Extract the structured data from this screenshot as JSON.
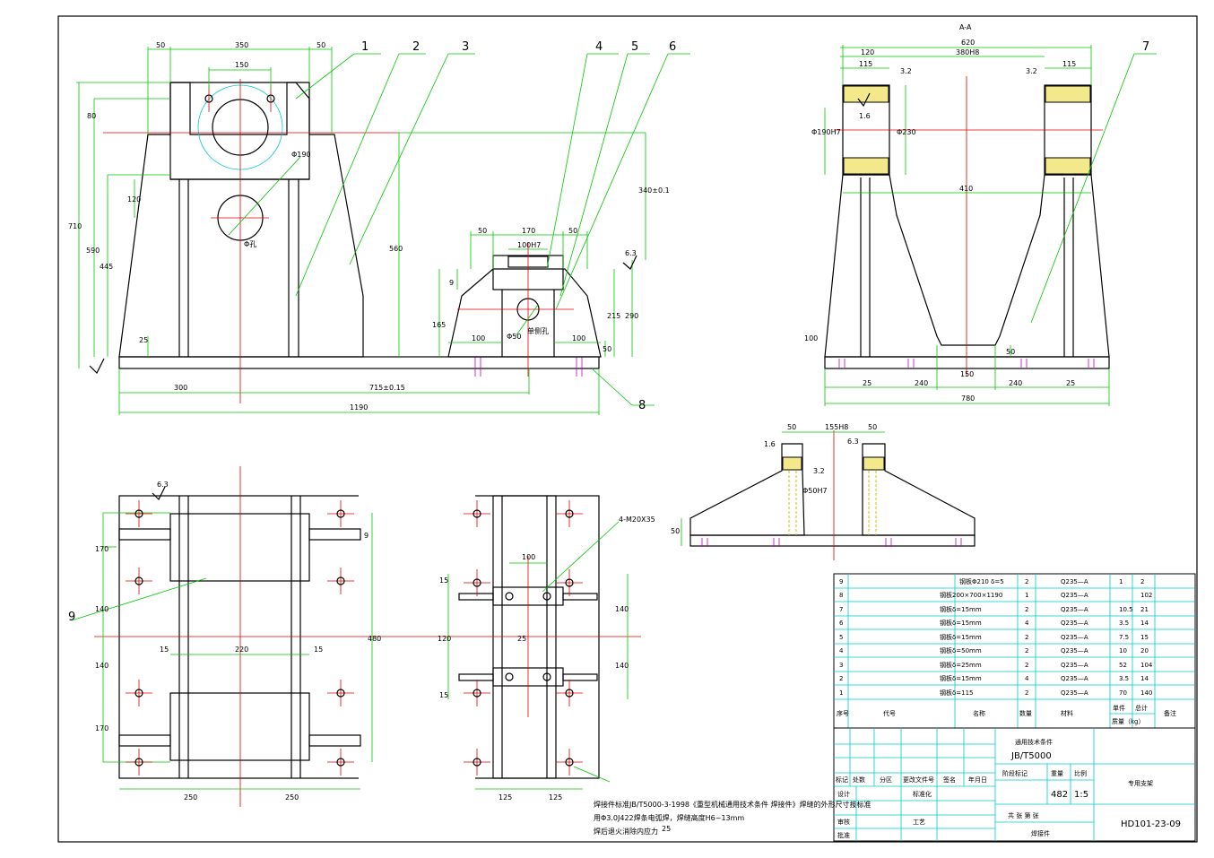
{
  "drawing": {
    "section_label": "A-A",
    "balloons": [
      "1",
      "2",
      "3",
      "4",
      "5",
      "6",
      "7",
      "8",
      "9"
    ],
    "front_view": {
      "dims": [
        "50",
        "350",
        "50",
        "150",
        "80",
        "710",
        "590",
        "445",
        "120",
        "560",
        "25",
        "300",
        "715±0.15",
        "1190",
        "Φ190"
      ],
      "note": "Φ孔"
    },
    "small_support": {
      "dims": [
        "50",
        "170",
        "50",
        "100H7",
        "9",
        "165",
        "100",
        "100",
        "215",
        "290",
        "50",
        "Φ50",
        "6.3",
        "340±0.1"
      ],
      "note": "单侧孔"
    },
    "side_view": {
      "dims": [
        "620",
        "380H8",
        "120",
        "115",
        "115",
        "410",
        "25",
        "240",
        "150",
        "240",
        "25",
        "780",
        "100",
        "50",
        "Φ190H7",
        "Φ230"
      ],
      "roughness": [
        "3.2",
        "3.2",
        "1.6"
      ]
    },
    "detail_view": {
      "dims": [
        "50",
        "155H8",
        "50",
        "Φ50H7",
        "1.6",
        "6.3",
        "3.2",
        "50"
      ]
    },
    "plan_view": {
      "dims": [
        "170",
        "140",
        "140",
        "170",
        "480",
        "15",
        "220",
        "15",
        "250",
        "250",
        "6.3",
        "9"
      ],
      "right_dims": [
        "15",
        "120",
        "15",
        "100",
        "25",
        "140",
        "140",
        "125",
        "125",
        "4-M20X35"
      ]
    },
    "notes": [
      "焊接件标准JB/T5000-3-1998《重型机械通用技术条件 焊接件》焊缝的外形尺寸按标准",
      "用Φ3.0J422焊条电弧焊，焊缝高度H6~13mm",
      "焊后退火消除内应力"
    ],
    "notes_extra": "25"
  },
  "bom": {
    "rows": [
      {
        "no": "9",
        "code": "",
        "name": "钢板Φ210 δ=5",
        "qty": "2",
        "material": "Q235—A",
        "unit": "1",
        "total": "2",
        "remark": ""
      },
      {
        "no": "8",
        "code": "",
        "name": "钢板200×700×1190",
        "qty": "1",
        "material": "Q235—A",
        "unit": "",
        "total": "102",
        "remark": ""
      },
      {
        "no": "7",
        "code": "",
        "name": "钢板δ=15mm",
        "qty": "2",
        "material": "Q235—A",
        "unit": "10.5",
        "total": "21",
        "remark": ""
      },
      {
        "no": "6",
        "code": "",
        "name": "钢板δ=15mm",
        "qty": "4",
        "material": "Q235—A",
        "unit": "3.5",
        "total": "14",
        "remark": ""
      },
      {
        "no": "5",
        "code": "",
        "name": "钢板δ=15mm",
        "qty": "2",
        "material": "Q235—A",
        "unit": "7.5",
        "total": "15",
        "remark": ""
      },
      {
        "no": "4",
        "code": "",
        "name": "钢板δ=50mm",
        "qty": "2",
        "material": "Q235—A",
        "unit": "10",
        "total": "20",
        "remark": ""
      },
      {
        "no": "3",
        "code": "",
        "name": "钢板δ=25mm",
        "qty": "2",
        "material": "Q235—A",
        "unit": "52",
        "total": "104",
        "remark": ""
      },
      {
        "no": "2",
        "code": "",
        "name": "钢板δ=15mm",
        "qty": "4",
        "material": "Q235—A",
        "unit": "3.5",
        "total": "14",
        "remark": ""
      },
      {
        "no": "1",
        "code": "",
        "name": "钢板δ=115",
        "qty": "2",
        "material": "Q235—A",
        "unit": "70",
        "total": "140",
        "remark": ""
      }
    ],
    "header": {
      "no": "序号",
      "code": "代号",
      "name": "名称",
      "qty": "数量",
      "material": "材料",
      "unit": "单件",
      "total": "总计",
      "mass": "质量（kg）",
      "remark": "备注"
    }
  },
  "title_block": {
    "standard_title": "通用技术条件",
    "standard_code": "JB/T5000",
    "stage_label": "阶段标记",
    "mass_label": "重量",
    "scale_label": "比例",
    "mass": "482",
    "scale": "1:5",
    "drawing_name": "专用支架",
    "drawing_no": "HD101-23-09",
    "sheets": "共  张  第  张",
    "type": "焊接件",
    "rev_labels": [
      "标记",
      "处数",
      "分区",
      "更改文件号",
      "签名",
      "年月日"
    ],
    "roles": [
      "设计",
      "标准化",
      "审核",
      "工艺",
      "批准"
    ]
  }
}
